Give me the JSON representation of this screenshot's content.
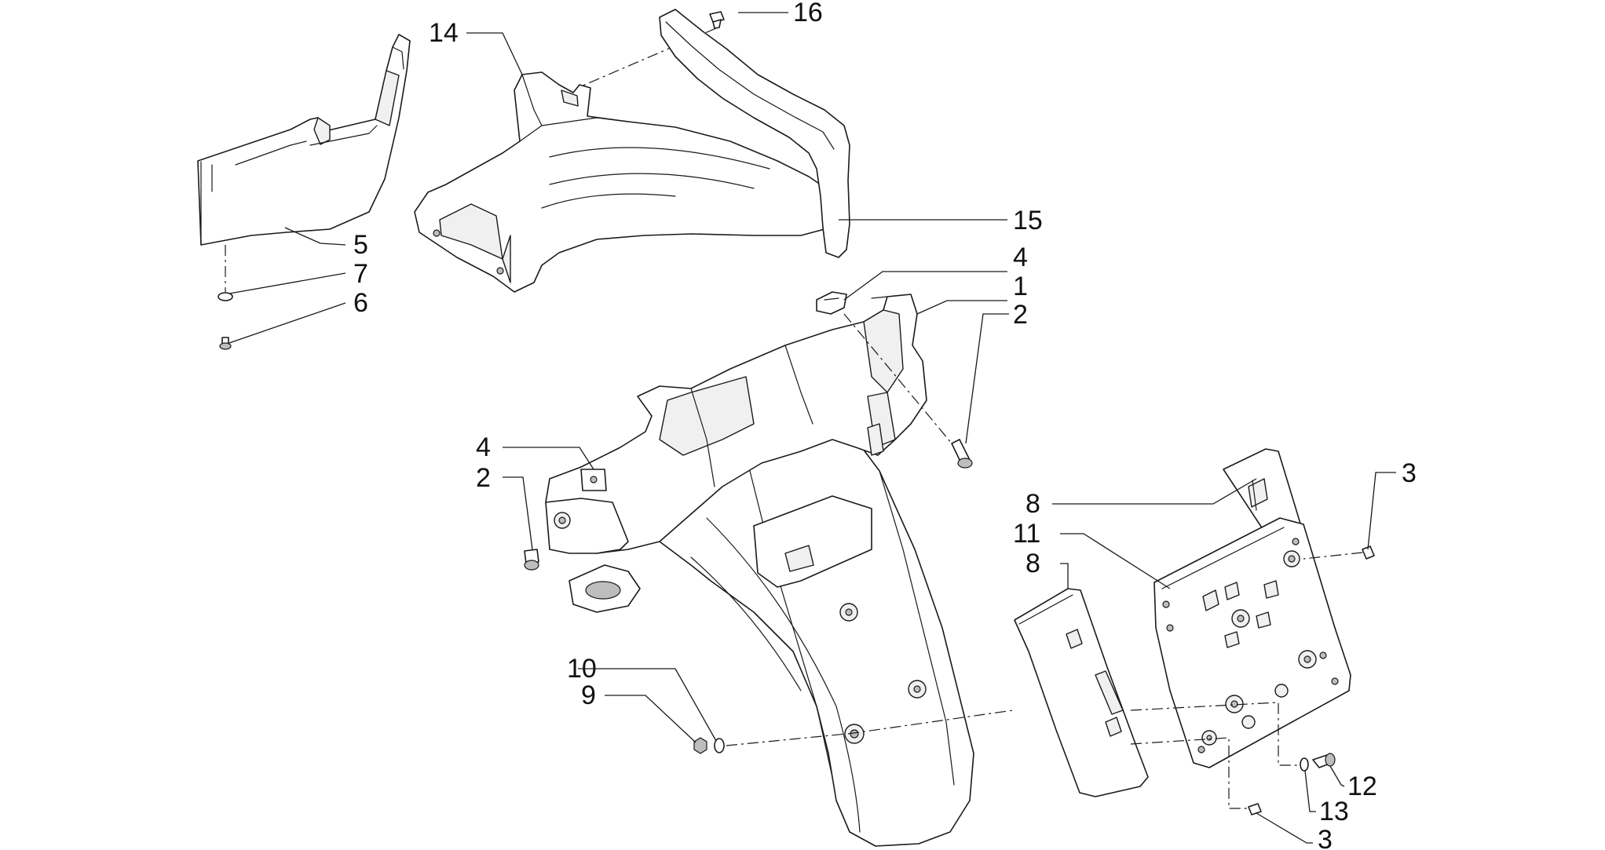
{
  "diagram": {
    "callouts": [
      {
        "id": "c16",
        "text": "16"
      },
      {
        "id": "c14",
        "text": "14"
      },
      {
        "id": "c15",
        "text": "15"
      },
      {
        "id": "c5",
        "text": "5"
      },
      {
        "id": "c7",
        "text": "7"
      },
      {
        "id": "c6",
        "text": "6"
      },
      {
        "id": "c4a",
        "text": "4"
      },
      {
        "id": "c1",
        "text": "1"
      },
      {
        "id": "c2a",
        "text": "2"
      },
      {
        "id": "c4b",
        "text": "4"
      },
      {
        "id": "c2b",
        "text": "2"
      },
      {
        "id": "c3a",
        "text": "3"
      },
      {
        "id": "c8a",
        "text": "8"
      },
      {
        "id": "c11",
        "text": "11"
      },
      {
        "id": "c8b",
        "text": "8"
      },
      {
        "id": "c10",
        "text": "10"
      },
      {
        "id": "c9",
        "text": "9"
      },
      {
        "id": "c12",
        "text": "12"
      },
      {
        "id": "c13",
        "text": "13"
      },
      {
        "id": "c3b",
        "text": "3"
      }
    ]
  }
}
